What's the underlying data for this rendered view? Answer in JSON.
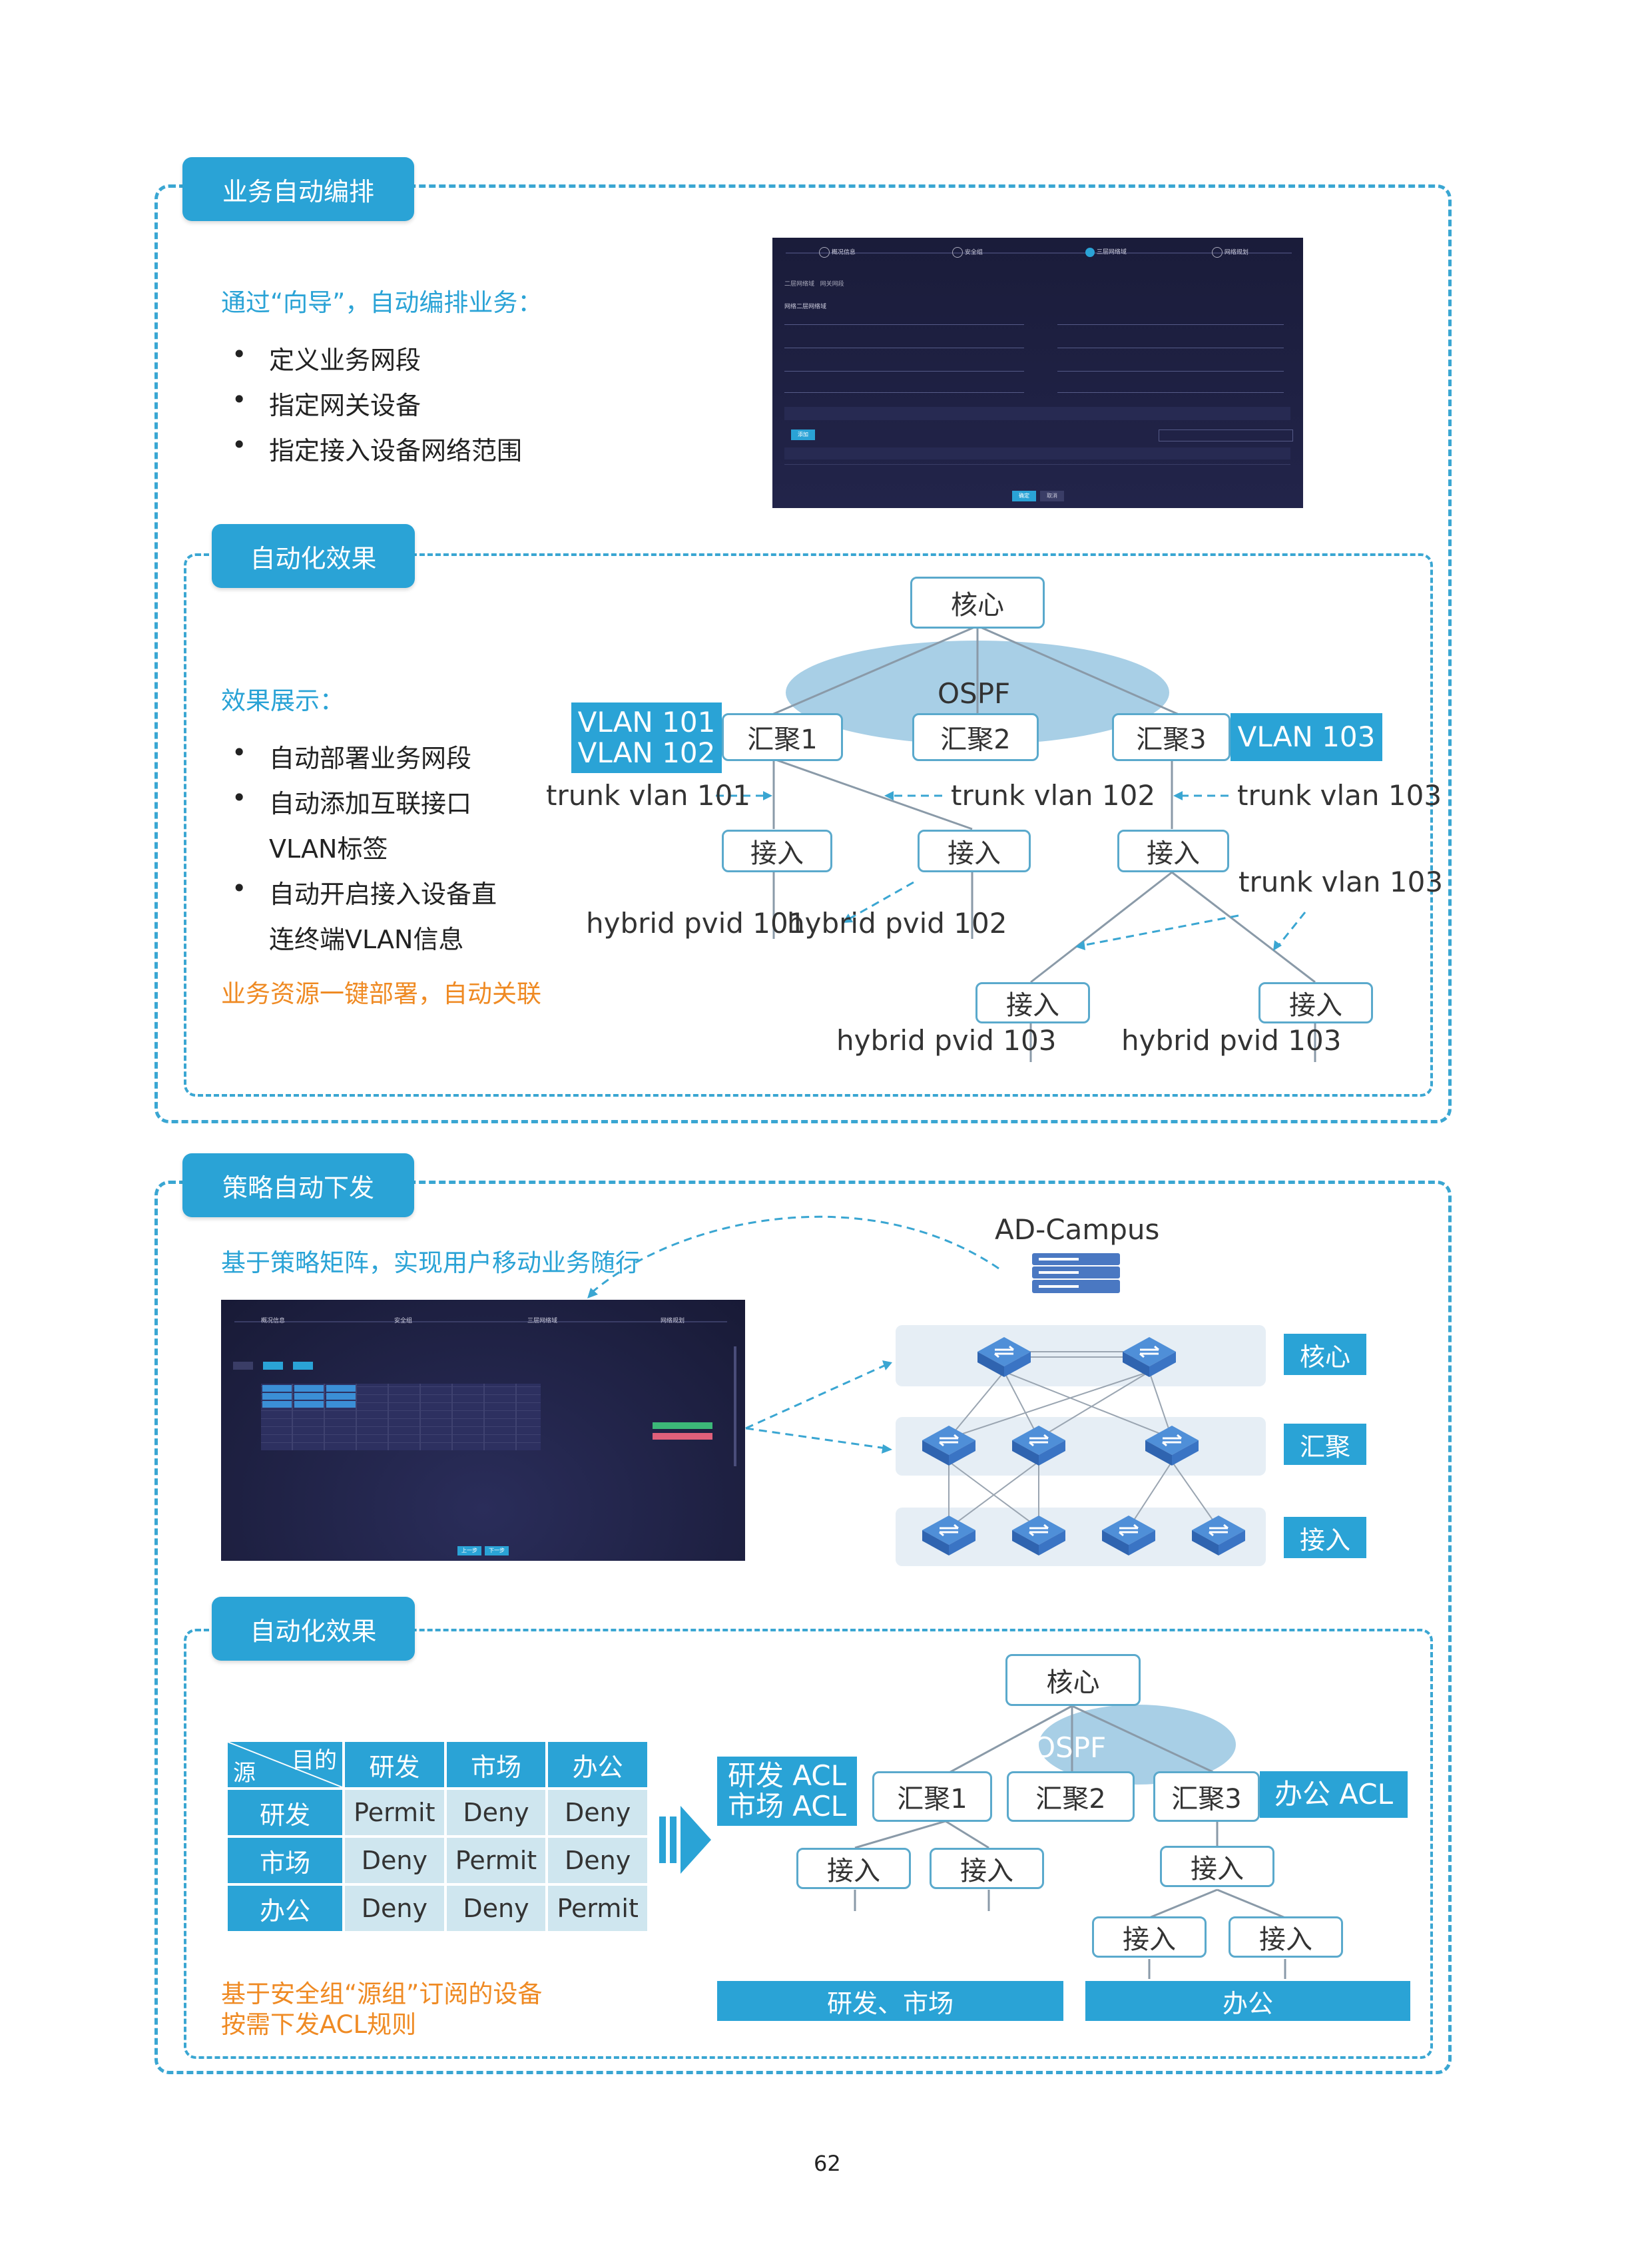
{
  "section1": {
    "tab": "业务自动编排",
    "intro": "通过“向导”，自动编排业务：",
    "bullets": [
      "定义业务网段",
      "指定网关设备",
      "指定接入设备网络范围"
    ],
    "screenshot": {
      "steps": [
        "概况信息",
        "安全组",
        "三层网络域",
        "网络规划"
      ],
      "tabs": [
        "二层网络域",
        "网关网段"
      ],
      "form_title": "网络二层网络域",
      "buttons": [
        "确定",
        "取消"
      ],
      "add_button": "添加"
    }
  },
  "section1_effect": {
    "tab": "自动化效果",
    "intro": "效果展示：",
    "bullets": [
      "自动部署业务网段",
      "自动添加互联接口",
      "自动开启接入设备直"
    ],
    "bullet_cont": [
      "VLAN标签",
      "连终端VLAN信息"
    ],
    "tagline": "业务资源一键部署，自动关联",
    "diagram": {
      "core": "核心",
      "ospf": "OSPF",
      "agg": [
        "汇聚1",
        "汇聚2",
        "汇聚3"
      ],
      "vlan_left": [
        "VLAN 101",
        "VLAN 102"
      ],
      "vlan_right": "VLAN 103",
      "trunk": [
        "trunk vlan 101",
        "trunk vlan 102",
        "trunk vlan 103",
        "trunk vlan 103"
      ],
      "access": "接入",
      "hybrid": [
        "hybrid pvid 101",
        "hybrid pvid 102",
        "hybrid pvid 103",
        "hybrid pvid 103"
      ]
    }
  },
  "section2": {
    "tab": "策略自动下发",
    "intro": "基于策略矩阵，实现用户移动业务随行",
    "controller": "AD-Campus",
    "layers": [
      "核心",
      "汇聚",
      "接入"
    ],
    "screenshot": {
      "steps": [
        "概况信息",
        "安全组",
        "三层网络域",
        "网络规划"
      ],
      "buttons": [
        "上一步",
        "下一步"
      ]
    }
  },
  "section2_effect": {
    "tab": "自动化效果",
    "matrix": {
      "corner_dest": "目的",
      "corner_src": "源",
      "cols": [
        "研发",
        "市场",
        "办公"
      ],
      "rows": [
        {
          "name": "研发",
          "cells": [
            "Permit",
            "Deny",
            "Deny"
          ]
        },
        {
          "name": "市场",
          "cells": [
            "Deny",
            "Permit",
            "Deny"
          ]
        },
        {
          "name": "办公",
          "cells": [
            "Deny",
            "Deny",
            "Permit"
          ]
        }
      ]
    },
    "note": [
      "基于安全组“源组”订阅的设备",
      "按需下发ACL规则"
    ],
    "diagram": {
      "core": "核心",
      "ospf": "OSPF",
      "agg": [
        "汇聚1",
        "汇聚2",
        "汇聚3"
      ],
      "acl_left": [
        "研发 ACL",
        "市场 ACL"
      ],
      "acl_right": "办公 ACL",
      "access": "接入",
      "groups": [
        "研发、市场",
        "办公"
      ]
    }
  },
  "page_number": "62",
  "colors": {
    "accent": "#2aa3d6",
    "orange": "#ef8a23",
    "ospf": "#a8cfe6"
  }
}
